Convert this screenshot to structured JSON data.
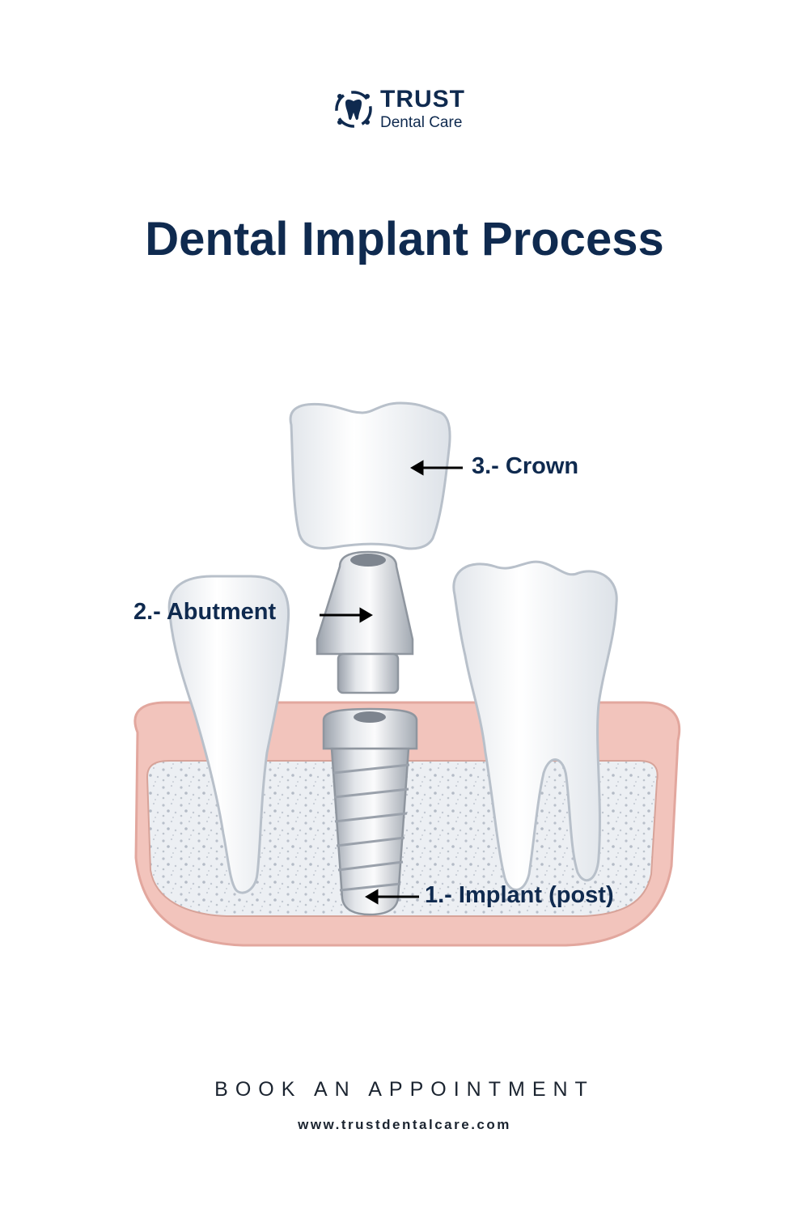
{
  "logo": {
    "brand": "TRUST",
    "subtitle": "Dental Care",
    "icon": "tooth-icon"
  },
  "title": "Dental Implant Process",
  "labels": {
    "crown": "3.- Crown",
    "abutment": "2.- Abutment",
    "implant": "1.- Implant (post)"
  },
  "cta": "BOOK AN APPOINTMENT",
  "website": "www.trustdentalcare.com",
  "colors": {
    "navy": "#0f2a4f",
    "gum": "#f2c4bc",
    "bone": "#e9ecf0",
    "tooth": "#f6f8fa",
    "metal": "#c9ced6"
  }
}
